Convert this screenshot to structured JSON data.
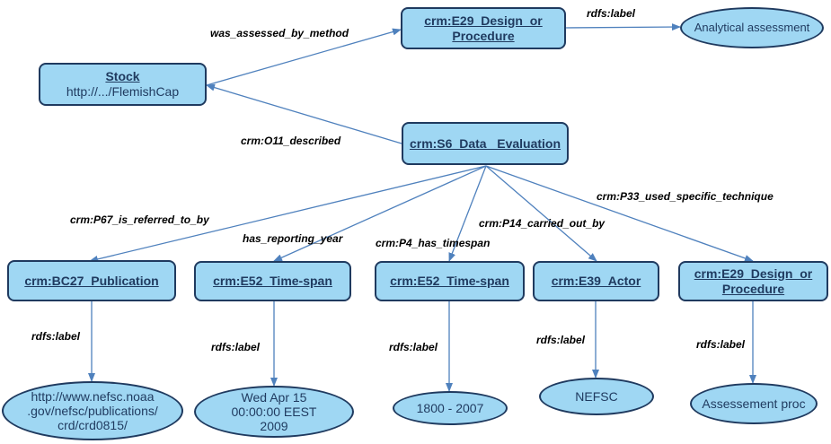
{
  "nodes": {
    "stock": {
      "title": "Stock",
      "subtitle": "http://.../FlemishCap"
    },
    "design_top": {
      "title": "crm:E29_Design_or Procedure"
    },
    "data_eval": {
      "title": "crm:S6_Data_ Evaluation"
    },
    "publication": {
      "title": "crm:BC27_Publication"
    },
    "timespan_1": {
      "title": "crm:E52_Time-span"
    },
    "timespan_2": {
      "title": "crm:E52_Time-span"
    },
    "actor": {
      "title": "crm:E39_Actor"
    },
    "design_bottom": {
      "title": "crm:E29_Design_or Procedure"
    }
  },
  "literals": {
    "analytical": "Analytical assessment",
    "publication_url": "http://www.nefsc.noaa .gov/nefsc/publications/ crd/crd0815/",
    "date": "Wed Apr 15 00:00:00 EEST 2009",
    "range": "1800 - 2007",
    "actor": "NEFSC",
    "procedure": "Assessement proc"
  },
  "edge_labels": {
    "was_assessed_by_method": "was_assessed_by_method",
    "rdfs_label_top": "rdfs:label",
    "o11_described": "crm:O11_described",
    "p67": "crm:P67_is_referred_to_by",
    "has_reporting_year": "has_reporting_year",
    "p4": "crm:P4_has_timespan",
    "p14": "crm:P14_carried_out_by",
    "p33": "crm:P33_used_specific_technique",
    "rdfs_label_1": "rdfs:label",
    "rdfs_label_2": "rdfs:label",
    "rdfs_label_3": "rdfs:label",
    "rdfs_label_4": "rdfs:label",
    "rdfs_label_5": "rdfs:label"
  },
  "colors": {
    "node_fill": "#9fd7f3",
    "node_border": "#1f3a5f",
    "edge": "#4f81bd"
  }
}
